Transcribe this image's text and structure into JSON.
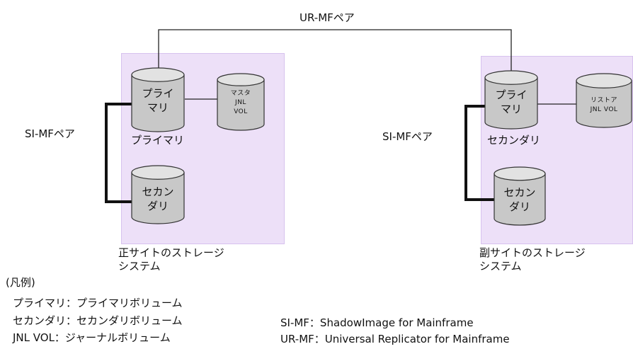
{
  "pairs": {
    "ur_mf": "UR-MFペア",
    "si_mf_left": "SI-MFペア",
    "si_mf_right": "SI-MFペア"
  },
  "primary_site": {
    "primary_volume": "プライ\nマリ",
    "primary_caption": "プライマリ",
    "master_jnl": "マスタ\nJNL\nVOL",
    "secondary_volume": "セカン\nダリ",
    "site_label": "正サイトのストレージ\nシステム"
  },
  "secondary_site": {
    "primary_volume": "プライ\nマリ",
    "primary_caption": "セカンダリ",
    "restore_jnl": "リストア\nJNL VOL",
    "secondary_volume": "セカン\nダリ",
    "site_label": "副サイトのストレージ\nシステム"
  },
  "legend": {
    "heading": "(凡例)",
    "items": [
      "プライマリ：プライマリボリューム",
      "セカンダリ：セカンダリボリューム",
      "JNL VOL：ジャーナルボリューム"
    ],
    "abbreviations": [
      "SI-MF：ShadowImage for Mainframe",
      "UR-MF：Universal Replicator for Mainframe"
    ]
  },
  "colors": {
    "site_fill": "#ede0f8",
    "cylinder_body": "#c8c8c8",
    "cylinder_top": "#e2e2e2",
    "line": "#222222"
  }
}
